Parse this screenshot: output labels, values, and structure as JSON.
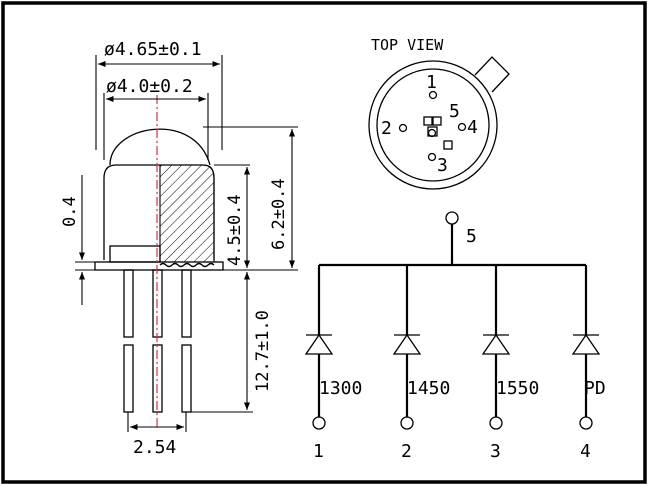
{
  "side_view": {
    "dim_outer_dia": "ø4.65±0.1",
    "dim_lens_dia": "ø4.0±0.2",
    "dim_flange": "0.4",
    "dim_body_height": "4.5±0.4",
    "dim_total_height": "6.2±0.4",
    "dim_lead_length": "12.7±1.0",
    "dim_pin_pitch": "2.54"
  },
  "top_view": {
    "title": "TOP VIEW",
    "pins": [
      "1",
      "2",
      "3",
      "4",
      "5"
    ]
  },
  "schematic": {
    "common_pin": "5",
    "branches": [
      {
        "label": "1300",
        "pin": "1"
      },
      {
        "label": "1450",
        "pin": "2"
      },
      {
        "label": "1550",
        "pin": "3"
      },
      {
        "label": "PD",
        "pin": "4"
      }
    ]
  }
}
